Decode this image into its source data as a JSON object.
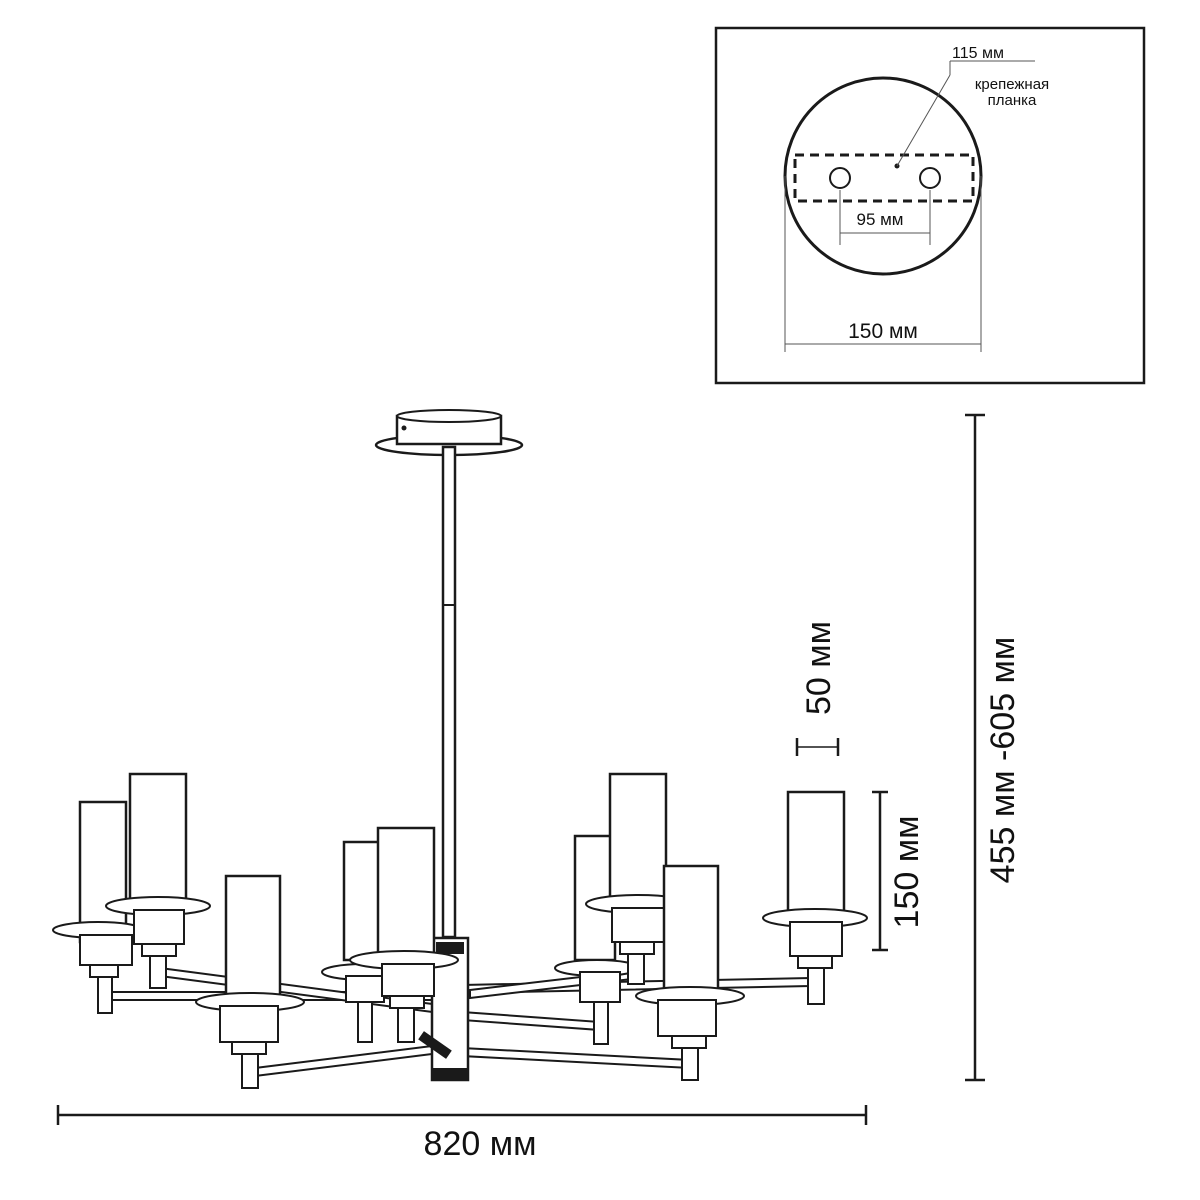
{
  "inset": {
    "plate_width_label": "115 мм",
    "mount_label_line1": "крепежная",
    "mount_label_line2": "планка",
    "hole_spacing_label": "95 мм",
    "canopy_diameter_label": "150 мм"
  },
  "dimensions": {
    "width_label": "820 мм",
    "height_label": "455 мм -605 мм",
    "shade_height_label": "150 мм",
    "shade_top_label": "50 мм"
  }
}
